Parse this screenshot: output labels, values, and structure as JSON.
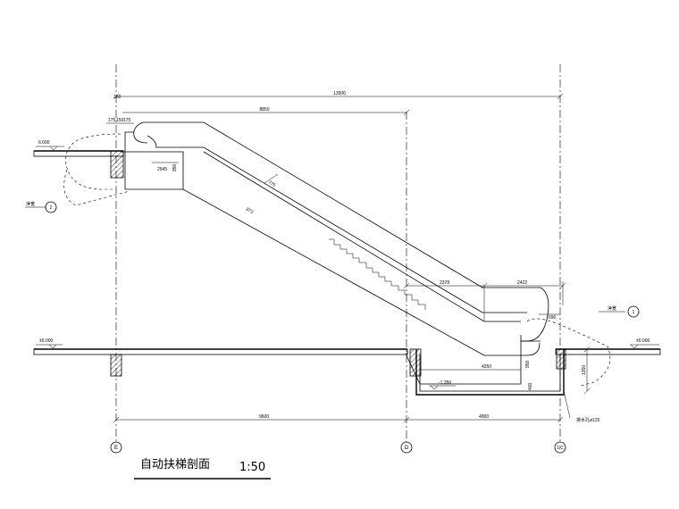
{
  "title": "自动扶梯剖面",
  "scale": "1:50",
  "levels": {
    "upper": "6.000",
    "ground_left": "±0.000",
    "ground_right": "±0.000",
    "pit": "-1.350"
  },
  "dimensions": {
    "overall_top": "13500",
    "upper_span": "8850",
    "lower_right_span": "2422",
    "lower_mid_span": "2378",
    "small_175": "175",
    "small_150": "150",
    "small_175b": "175",
    "small_2545": "2545",
    "small_950": "950",
    "diag_973": "973",
    "diag_775": "775",
    "right_690": "690",
    "right_950": "950",
    "right_1350": "1350",
    "right_400": "400",
    "pit_length": "4250",
    "bottom_left": "9600",
    "bottom_right": "4900"
  },
  "callouts": {
    "left": {
      "label": "净宽",
      "ref": "2"
    },
    "right": {
      "label": "净宽",
      "ref": "1"
    }
  },
  "annotations": {
    "drain": "排水孔ø120"
  },
  "axes": [
    "E",
    "D",
    "1/C"
  ]
}
